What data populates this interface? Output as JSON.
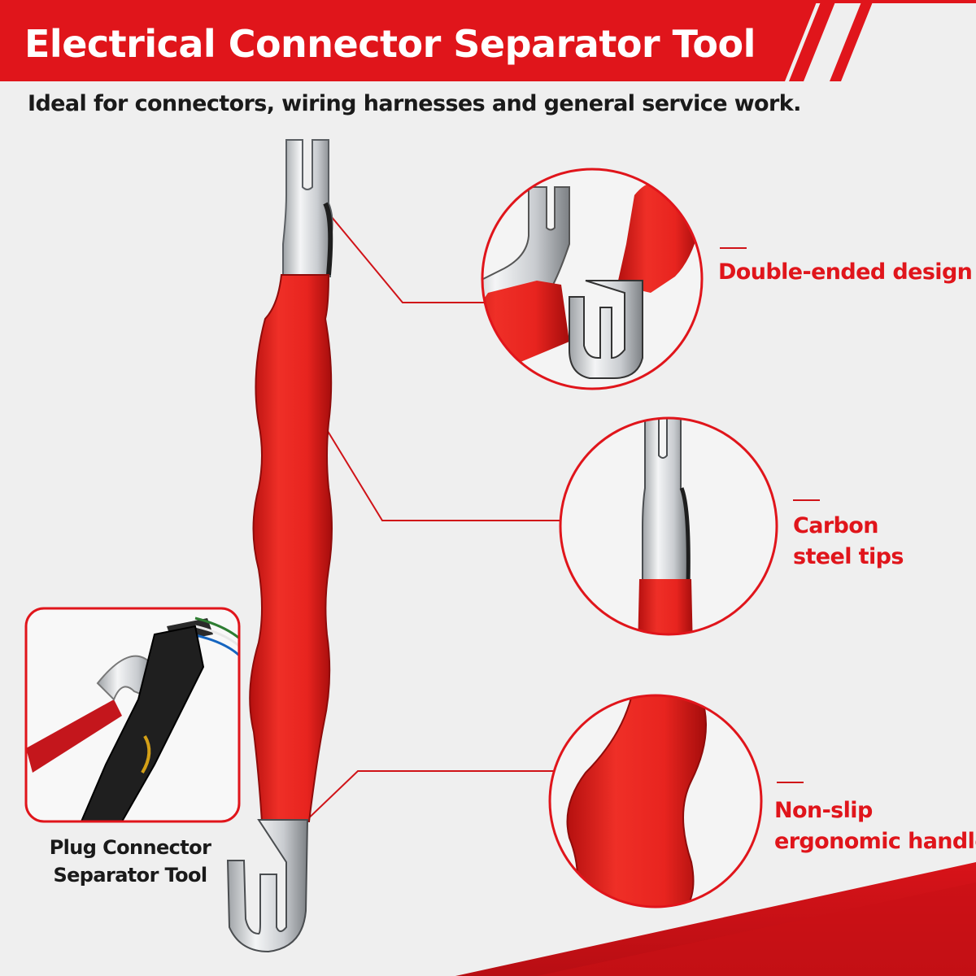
{
  "header": {
    "title": "Electrical Connector Separator Tool",
    "subtitle": "Ideal for connectors, wiring harnesses and general service work."
  },
  "callouts": [
    {
      "lines": [
        "Double-ended design"
      ]
    },
    {
      "lines": [
        "Carbon",
        "steel tips"
      ]
    },
    {
      "lines": [
        "Non-slip",
        "ergonomic handle"
      ]
    }
  ],
  "inset": {
    "caption_lines": [
      "Plug Connector",
      "Separator Tool"
    ]
  },
  "colors": {
    "brand_red": "#e0151b",
    "handle_red": "#e8241f",
    "metal": "#d8dadc",
    "background": "#efefef",
    "text_dark": "#1a1a1a"
  }
}
